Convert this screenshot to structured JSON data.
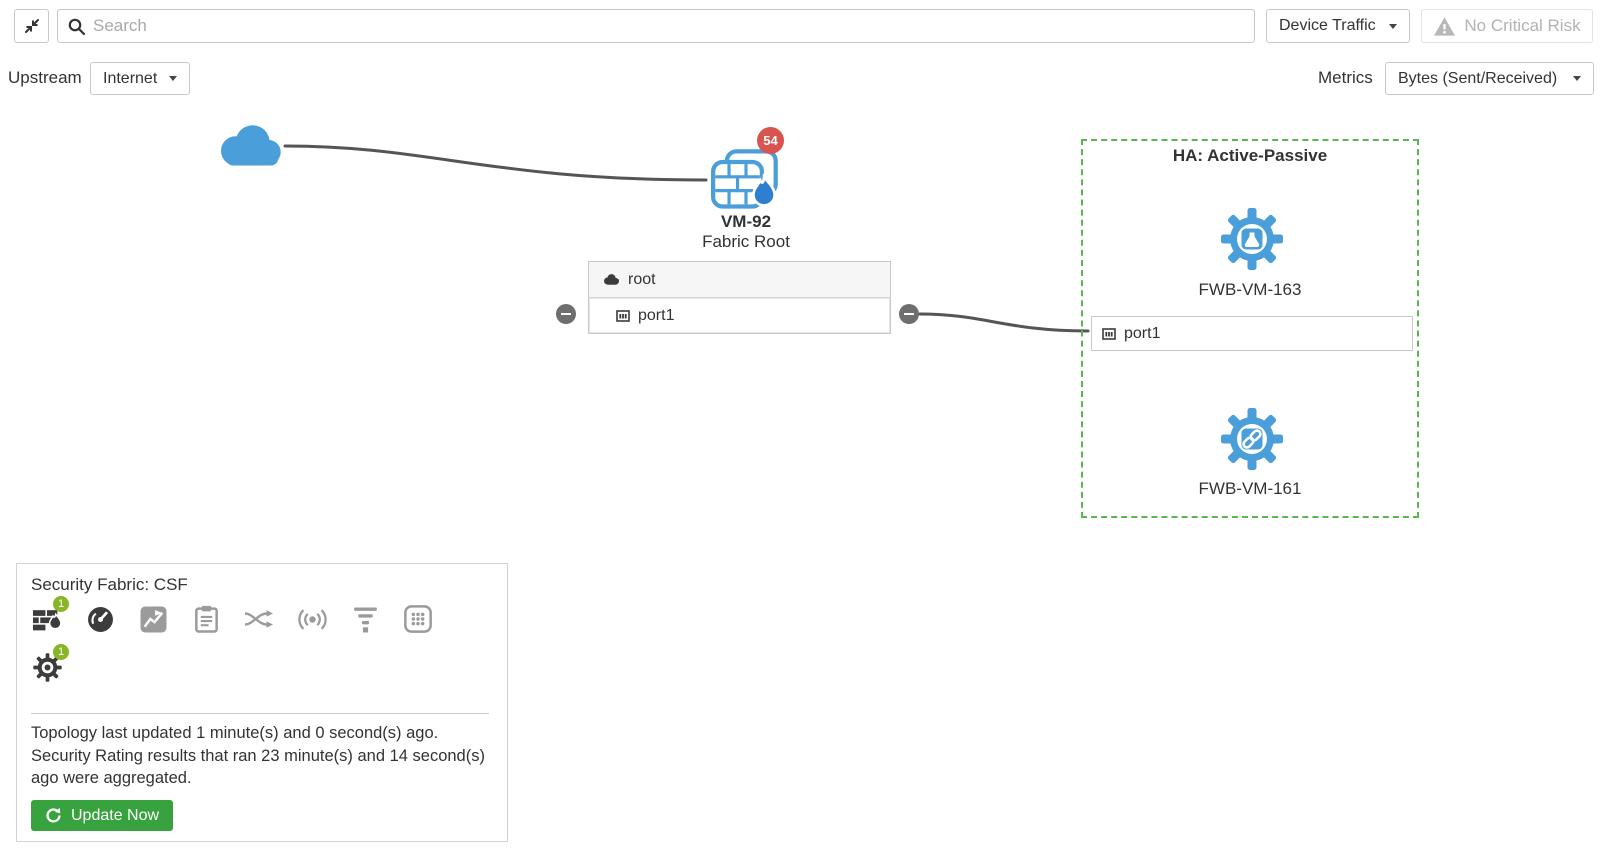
{
  "topbar": {
    "search_placeholder": "Search",
    "device_traffic": "Device Traffic",
    "risk_status": "No Critical Risk"
  },
  "toolbar": {
    "upstream_label": "Upstream",
    "upstream_value": "Internet",
    "metrics_label": "Metrics",
    "metrics_value": "Bytes (Sent/Received)"
  },
  "topology": {
    "fabric_root": {
      "name": "VM-92",
      "role": "Fabric Root",
      "alert_count": "54",
      "interfaces": [
        {
          "label": "root"
        },
        {
          "label": "port1"
        }
      ]
    },
    "ha_group": {
      "title": "HA: Active-Passive",
      "devices": [
        {
          "name": "FWB-VM-163"
        },
        {
          "name": "FWB-VM-161"
        }
      ],
      "port_label": "port1"
    }
  },
  "fabric_panel": {
    "title": "Security Fabric: CSF",
    "fortigate_badge": "1",
    "fortiweb_badge": "1",
    "status_text": "Topology last updated 1 minute(s) and 0 second(s) ago. Security Rating results that ran 23 minute(s) and 14 second(s) ago were aggregated.",
    "update_button": "Update Now"
  },
  "colors": {
    "accent_blue": "#4a9eda",
    "alert_red": "#d9534f",
    "badge_green": "#8ab529",
    "ha_border_green": "#5cb550",
    "button_green": "#38a23e",
    "line_gray": "#555555"
  },
  "icons": {
    "topbar": [
      "collapse-arrows-icon",
      "search-icon",
      "chevron-down-icon",
      "warning-triangle-icon"
    ],
    "fabric_row": [
      "fortigate-icon",
      "fortianalyzer-icon",
      "fortiview-icon",
      "log-clipboard-icon",
      "fortiswitch-icon",
      "fortiap-icon",
      "fortiextender-icon",
      "shield-dots-icon",
      "fortiweb-gear-icon"
    ]
  }
}
